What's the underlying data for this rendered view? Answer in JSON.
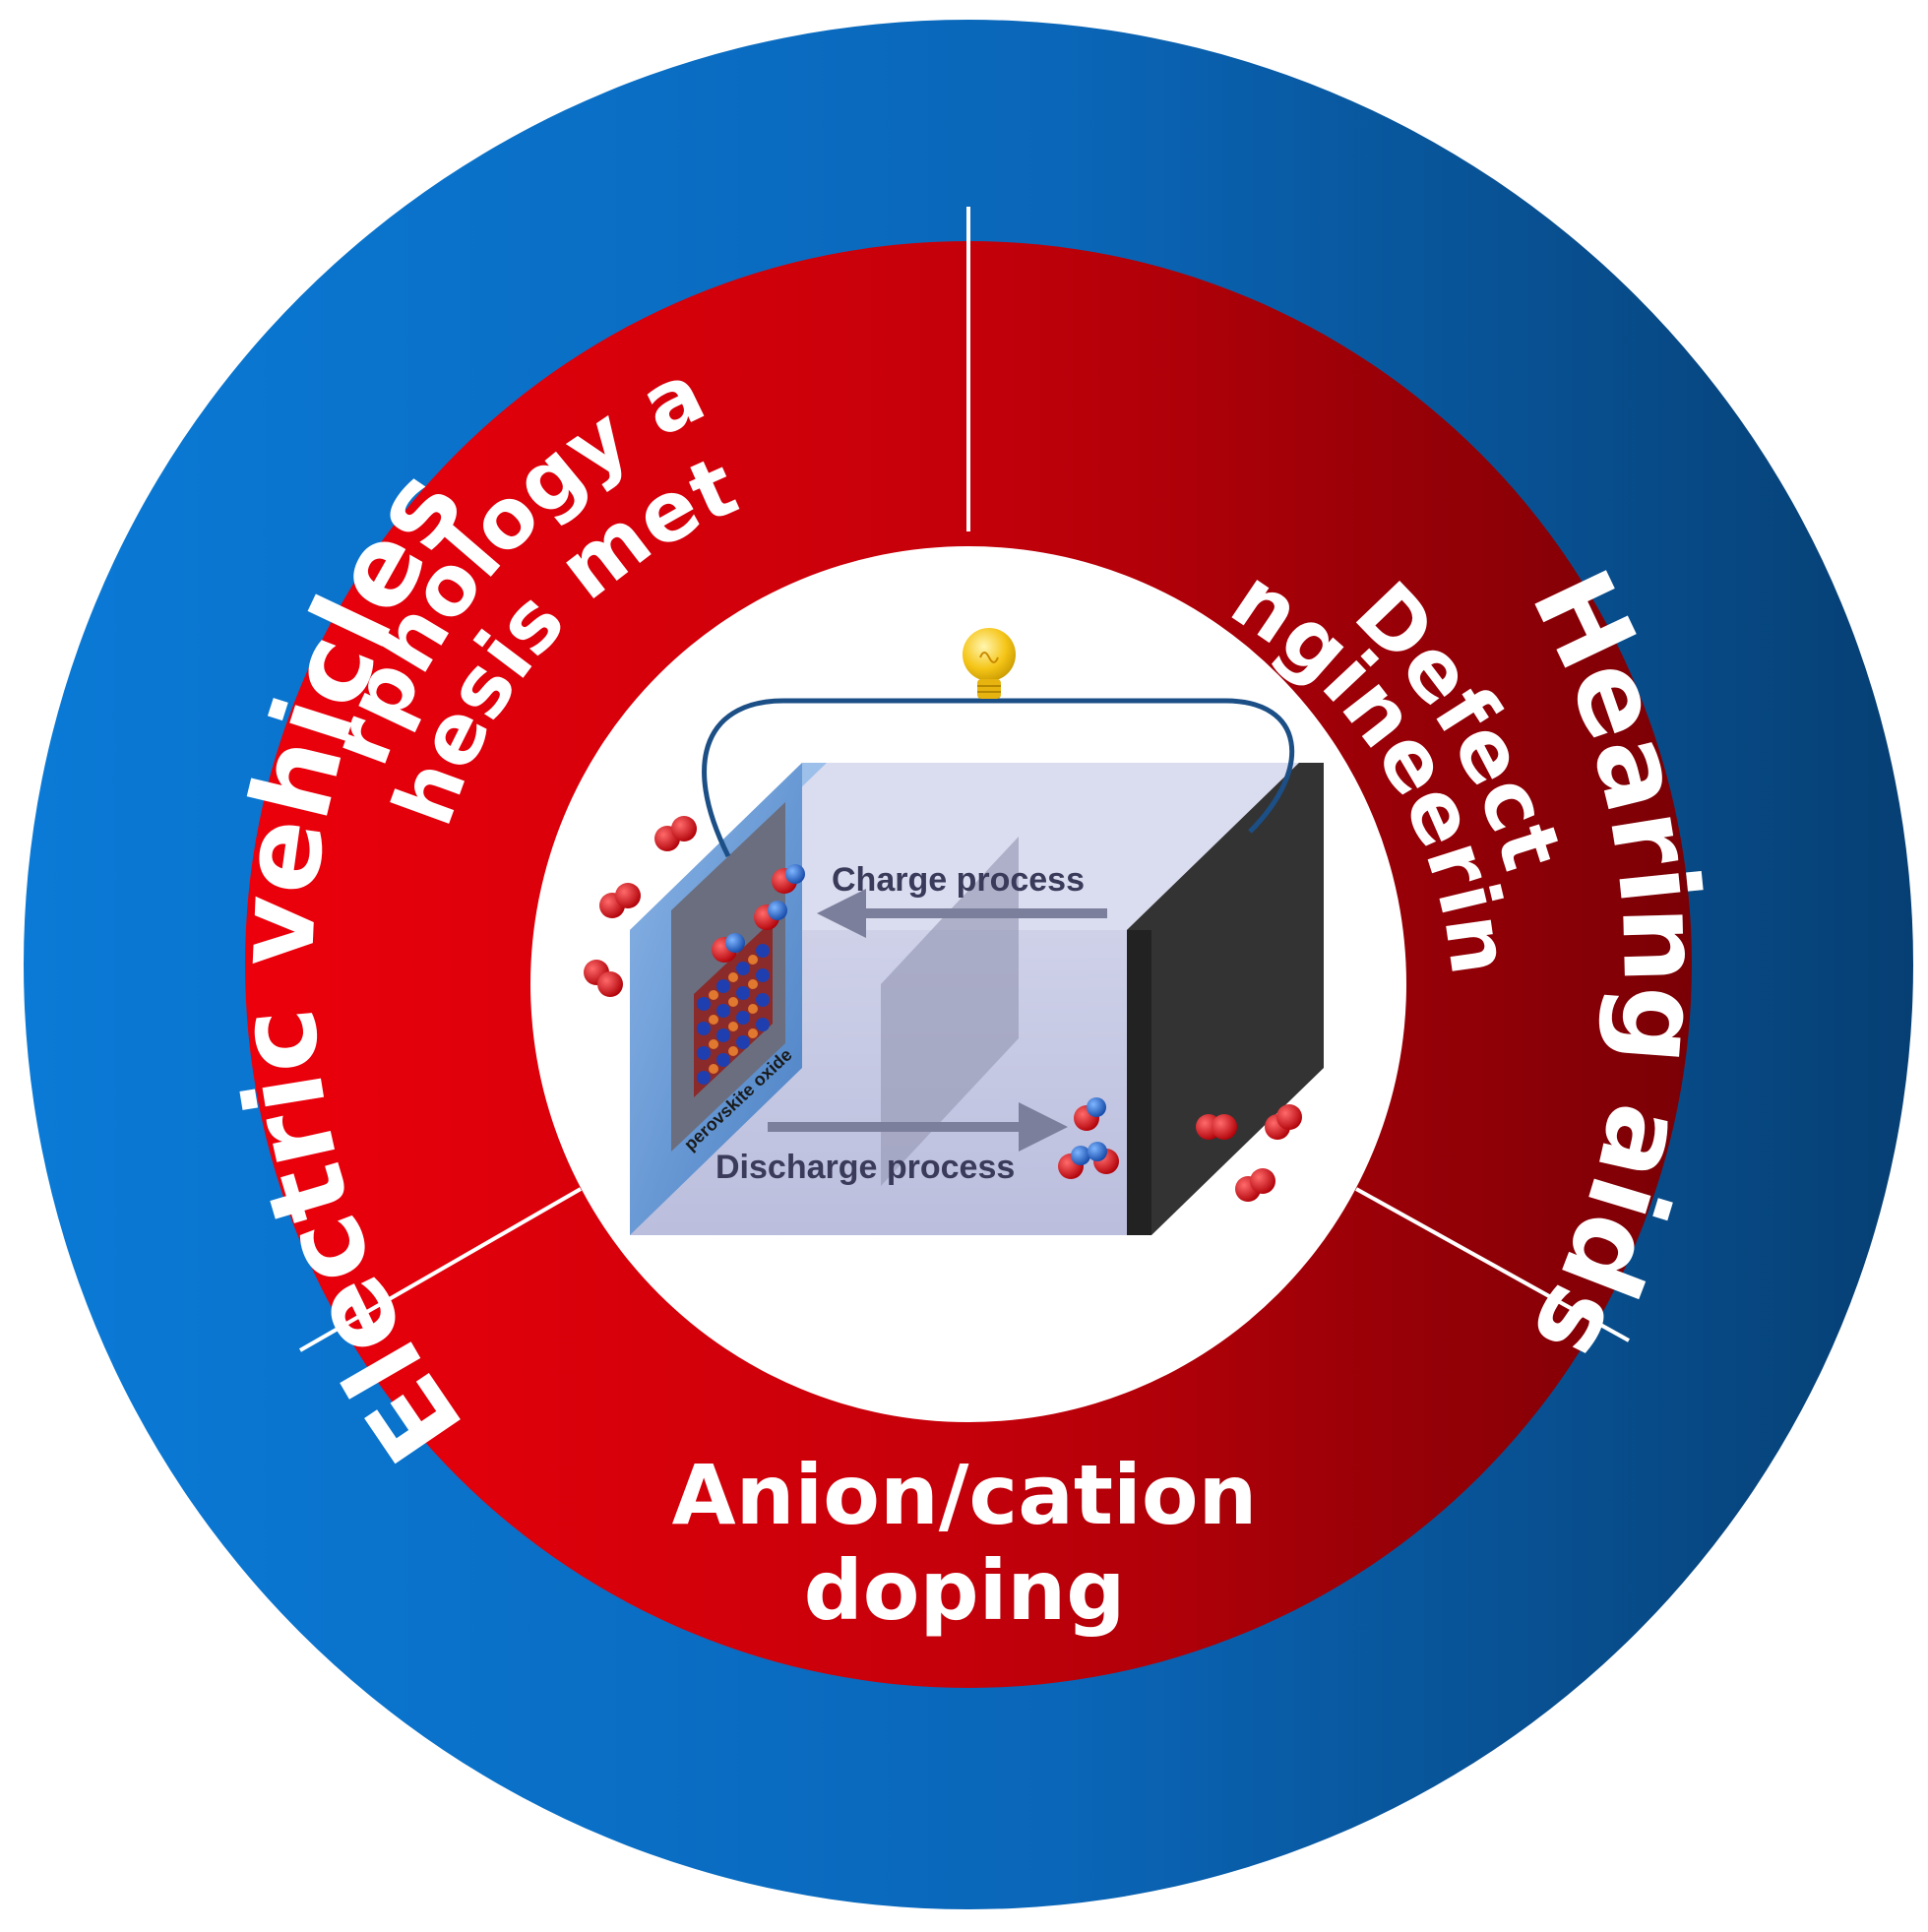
{
  "outer_ring": {
    "left_label": "Electric vehicles",
    "right_label": "Hearing aids"
  },
  "sectors": {
    "top_left_line1": "Morphology and",
    "top_left_line2": "synthesis method",
    "top_right_line1": "Defect",
    "top_right_line2": "engineering",
    "bottom_line1": "Anion/cation",
    "bottom_line2": "doping"
  },
  "battery": {
    "charge_label": "Charge process",
    "discharge_label": "Discharge process",
    "electrode_label": "perovskite oxide"
  },
  "colors": {
    "outer_ring_light": "#0a7ad6",
    "outer_ring_dark": "#063f73",
    "sector_light": "#e8000a",
    "sector_dark": "#7a0005",
    "divider": "#ffffff",
    "cathode": "#5b92d2",
    "anode": "#333333",
    "ion_red": "#d4141c",
    "ion_blue": "#1f6fd4",
    "bulb": "#f5c518",
    "wire": "#1c4f86"
  }
}
